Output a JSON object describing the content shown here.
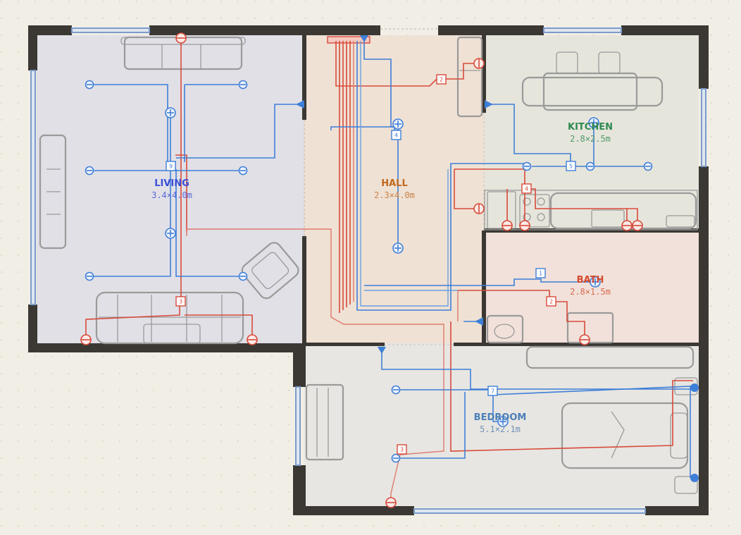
{
  "rooms": {
    "living": {
      "name": "LIVING",
      "size": "3.4×4.0m",
      "color": "#3a4fd6"
    },
    "hall": {
      "name": "HALL",
      "size": "2.3×4.0m",
      "color": "#c2681f"
    },
    "kitchen": {
      "name": "KITCHEN",
      "size": "2.8×2.5m",
      "color": "#2f8a50"
    },
    "bath": {
      "name": "BATH",
      "size": "2.8×1.5m",
      "color": "#d44a2e"
    },
    "bedroom": {
      "name": "BEDROOM",
      "size": "5.1×2.1m",
      "color": "#4c7fb8"
    }
  },
  "circuit_labels": {
    "living_blue": "9",
    "living_red": "3",
    "hall_blue": "4",
    "hall_red": "2",
    "kitchen_blue": "5",
    "kitchen_red": "4",
    "bath_blue": "1",
    "bath_red": "2",
    "bedroom_blue": "7",
    "bedroom_red": "3"
  },
  "colors": {
    "lighting_circuit": "#3e7fd8",
    "power_circuit": "#d84a3a",
    "wall": "#3b3834",
    "window": "#7c9ccb"
  }
}
